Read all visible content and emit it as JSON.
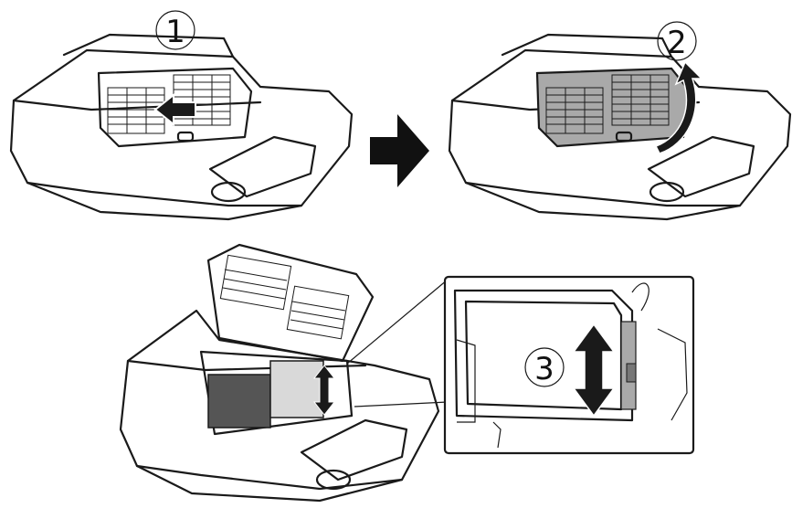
{
  "steps": [
    {
      "number": "1"
    },
    {
      "number": "2"
    },
    {
      "number": "3"
    }
  ],
  "icons": {
    "slide_arrow": "left-arrow-icon",
    "next_arrow": "right-arrow-icon",
    "lift_arrow": "curved-up-arrow-icon",
    "filter_arrow": "double-vertical-arrow-icon"
  },
  "colors": {
    "line": "#1a1a1a",
    "cover_highlight": "#a9a9a9",
    "filter_fill": "#d9d9d9"
  }
}
